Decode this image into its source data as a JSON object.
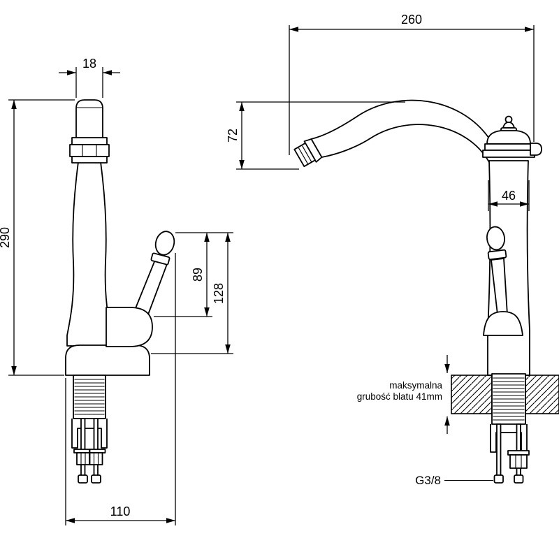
{
  "colors": {
    "background": "#ffffff",
    "line": "#000000"
  },
  "drawing": {
    "front_view": {
      "dim_spout_width": "18",
      "dim_total_height": "290",
      "dim_handle_height": "89",
      "dim_handle_span": "128",
      "dim_base_width": "110"
    },
    "side_view": {
      "dim_spout_reach": "260",
      "dim_spout_drop": "72",
      "dim_body_width": "46",
      "note_line1": "maksymalna",
      "note_line2": "grubość blatu 41mm",
      "thread_label": "G3/8"
    }
  }
}
